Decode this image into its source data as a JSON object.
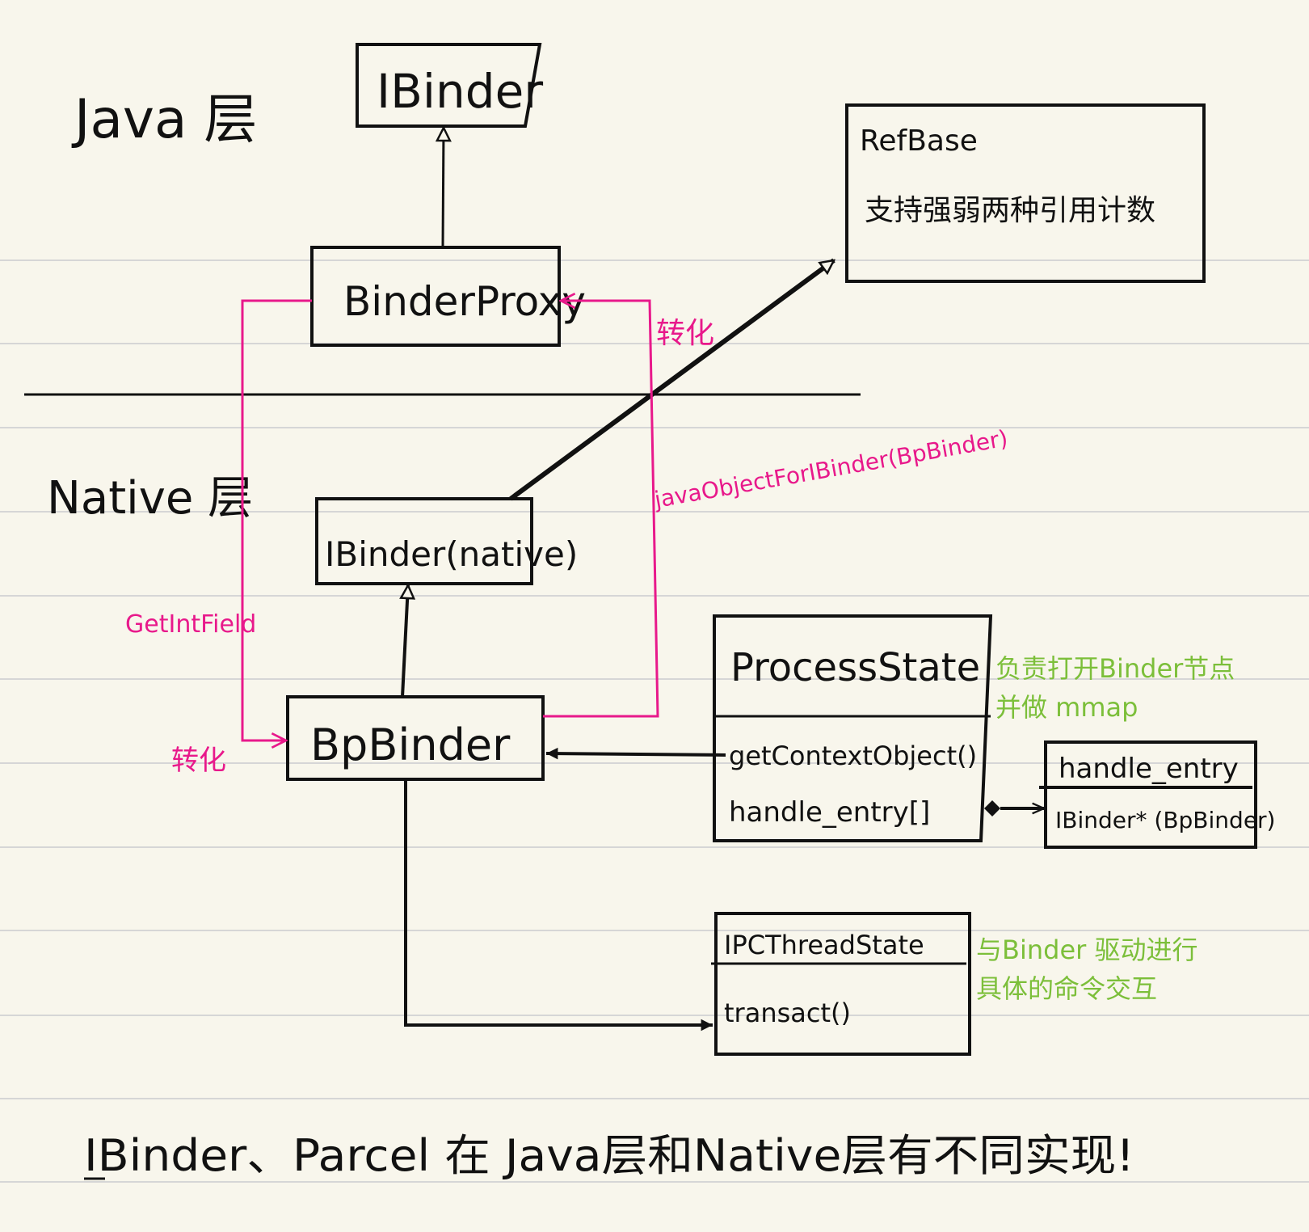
{
  "layers": {
    "java": "Java 层",
    "native": "Native 层"
  },
  "boxes": {
    "ibinder_java": "IBinder",
    "refbase_title": "RefBase",
    "refbase_desc": "支持强弱两种引用计数",
    "binderproxy": "BinderProxy",
    "ibinder_native": "IBinder(native)",
    "bpbinder": "BpBinder",
    "processstate_title": "ProcessState",
    "processstate_method1": "getContextObject()",
    "processstate_method2": "handle_entry[]",
    "handle_entry_title": "handle_entry",
    "handle_entry_field": "IBinder* (BpBinder)",
    "ipcthreadstate_title": "IPCThreadState",
    "ipcthreadstate_method": "transact()"
  },
  "edge_labels": {
    "convert_top": "转化",
    "convert_left": "转化",
    "getintfield": "GetIntField",
    "javaobject": "javaObjectForIBinder(BpBinder)"
  },
  "notes": {
    "processstate_line1": "负责打开Binder节点",
    "processstate_line2": "并做 mmap",
    "ipc_line1": "与Binder 驱动进行",
    "ipc_line2": "具体的命令交互"
  },
  "footer": "IBinder、Parcel 在 Java层和Native层有不同实现!",
  "colors": {
    "background": "#f8f6ec",
    "ink": "#111111",
    "pink": "#e8198b",
    "green": "#7cbf3a",
    "rule": "#d6d6d6"
  }
}
